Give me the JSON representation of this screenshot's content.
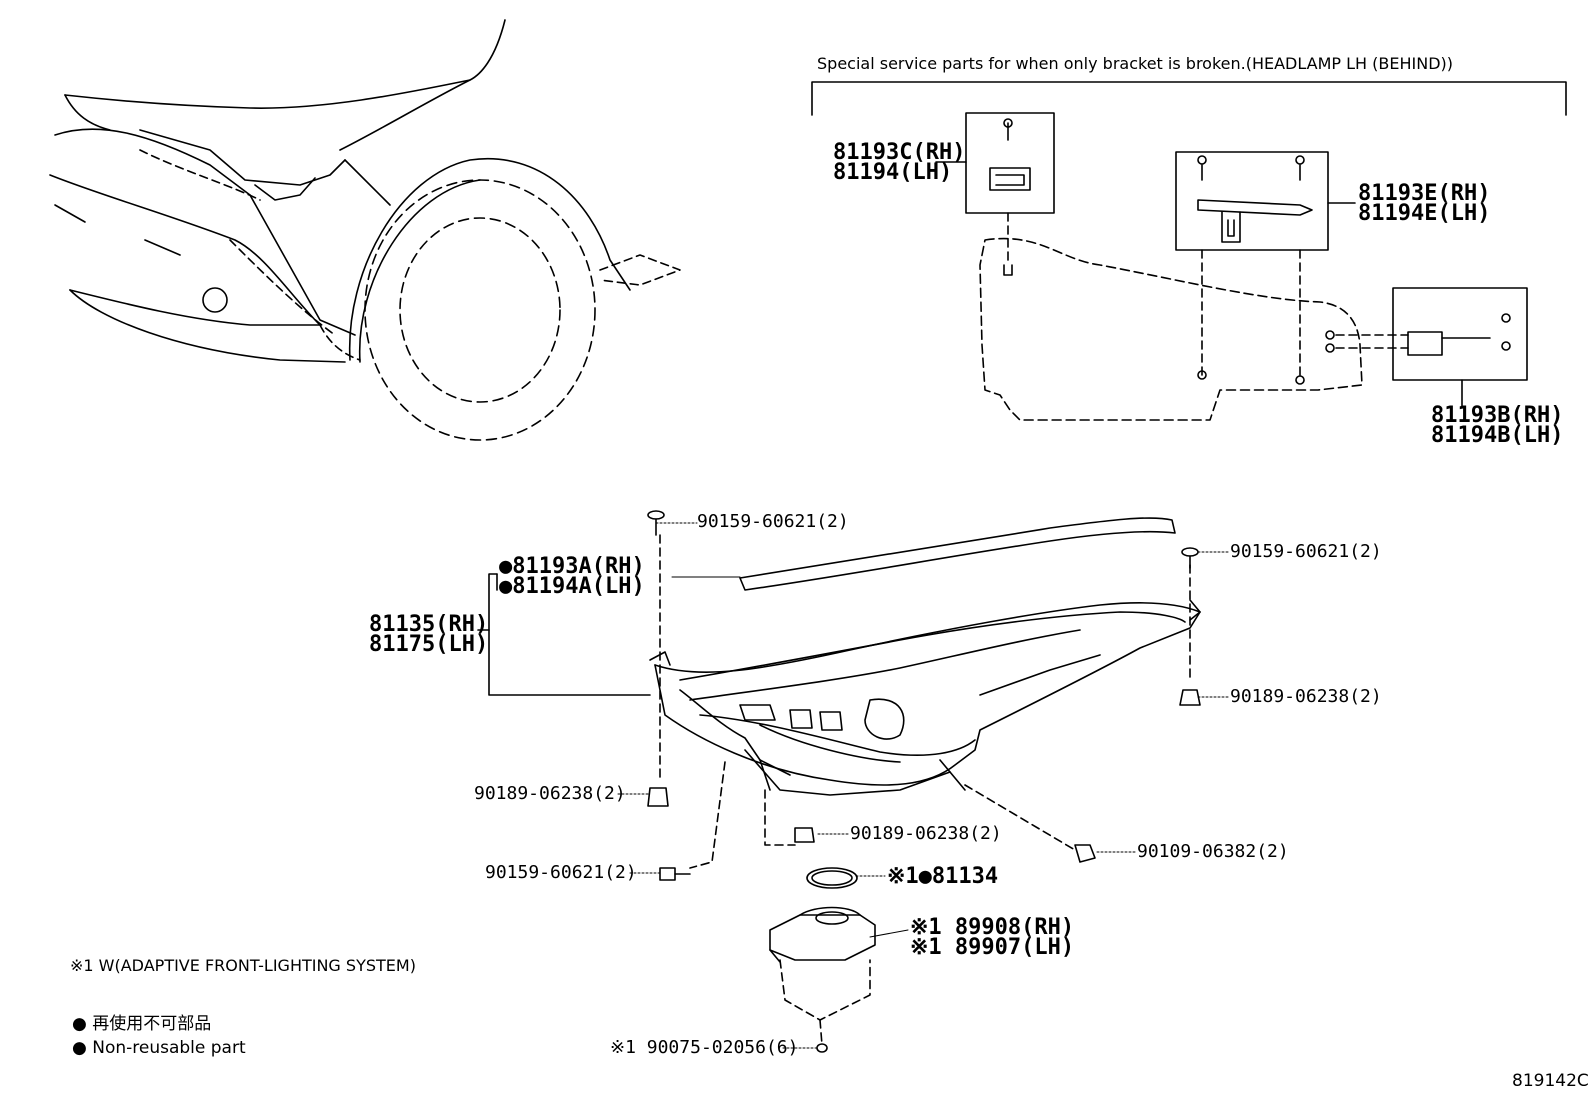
{
  "header": {
    "special_note": "Special service parts for when only bracket is broken.(HEADLAMP LH (BEHIND))"
  },
  "brackets": {
    "c_rh": "81193C(RH)",
    "c_lh": "81194(LH)",
    "e_rh": "81193E(RH)",
    "e_lh": "81194E(LH)",
    "b_rh": "81193B(RH)",
    "b_lh": "81194B(LH)"
  },
  "parts": {
    "screw_top_left": "90159-60621(2)",
    "screw_top_right": "90159-60621(2)",
    "seal_rh": "●81193A(RH)",
    "seal_lh": "●81194A(LH)",
    "headlamp_rh": "81135(RH)",
    "headlamp_lh": "81175(LH)",
    "clip_right": "90189-06238(2)",
    "clip_left": "90189-06238(2)",
    "clip_bottom": "90189-06238(2)",
    "screw_bottom_left": "90159-60621(2)",
    "bolt_bottom_right": "90109-06382(2)",
    "gasket": "※1●81134",
    "computer_rh": "※1 89908(RH)",
    "computer_lh": "※1 89907(LH)",
    "screw_computer": "※1 90075-02056(6)"
  },
  "notes": {
    "afs": "※1 W(ADAPTIVE FRONT-LIGHTING SYSTEM)",
    "non_reusable_jp": "● 再使用不可部品",
    "non_reusable_en": "● Non-reusable part"
  },
  "figure_id": "819142C"
}
